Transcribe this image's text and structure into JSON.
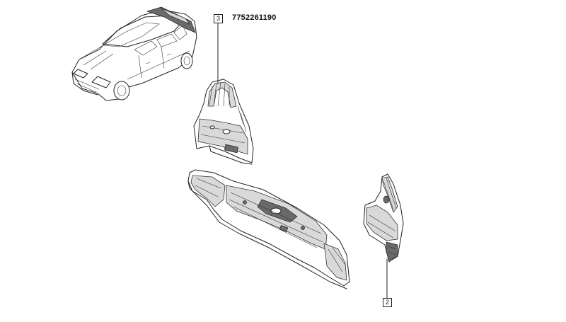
{
  "part_number": "7752261190",
  "callouts": {
    "upper_bracket": "3",
    "right_bracket": "2"
  },
  "colors": {
    "ink": "#222222",
    "panel_shade": "#d9d9d9",
    "dark_detail": "#6a6a6a",
    "background": "#ffffff"
  }
}
